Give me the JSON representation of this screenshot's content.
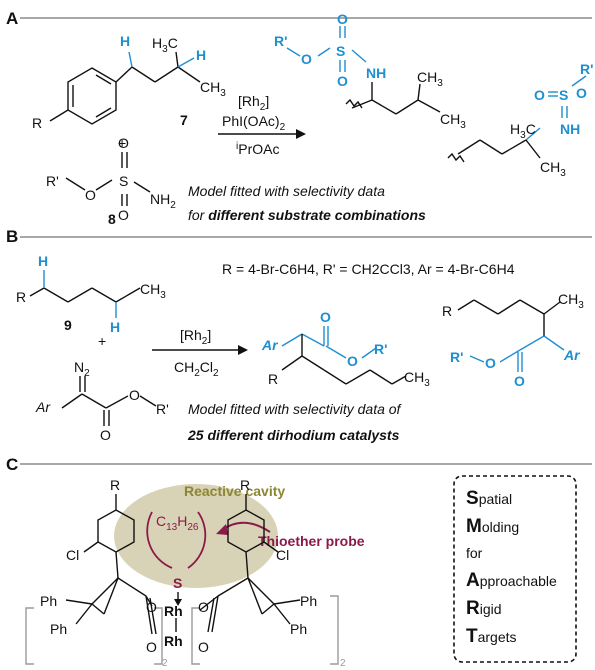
{
  "panelA": {
    "label": "A",
    "compound7": "7",
    "compound8": "8",
    "plus": "+",
    "R": "R",
    "H": "H",
    "CH3": "CH",
    "H3C": "H",
    "sub3": "3",
    "Rprime": "R'",
    "O": "O",
    "S": "S",
    "NH": "NH",
    "NH2": "NH",
    "sub2": "2",
    "reagent1": "[Rh",
    "reagent1_sub": "2",
    "reagent1_end": "]",
    "reagent2": "PhI(OAc)",
    "reagent2_sub": "2",
    "reagent3_sup": "i",
    "reagent3": "PrOAc",
    "caption1": "Model fitted with selectivity data",
    "caption2_pre": "for ",
    "caption2_bold": "different substrate combinations"
  },
  "panelB": {
    "label": "B",
    "conditions": "R = 4-Br-C6H4, R' = CH2CCl3, Ar = 4-Br-C6H4",
    "compound9": "9",
    "plus": "+",
    "R": "R",
    "H": "H",
    "Ar": "Ar",
    "N2": "N",
    "sub2": "2",
    "O": "O",
    "Rprime": "R'",
    "CH3": "CH",
    "sub3": "3",
    "reagent1": "[Rh",
    "reagent1_sub": "2",
    "reagent1_end": "]",
    "reagent2": "CH",
    "reagent2_sub1": "2",
    "reagent2_mid": "Cl",
    "reagent2_sub2": "2",
    "caption1": "Model fitted with selectivity data of",
    "caption2": "25 different dirhodium catalysts"
  },
  "panelC": {
    "label": "C",
    "cavity": "Reactive cavity",
    "probe": "Thioether probe",
    "probe_formula": "C",
    "probe_sub1": "13",
    "probe_mid": "H",
    "probe_sub2": "26",
    "S": "S",
    "Rh": "Rh",
    "R": "R",
    "Cl": "Cl",
    "Ph": "Ph",
    "O": "O",
    "sub2": "2",
    "acronym": [
      {
        "letter": "S",
        "rest": "patial"
      },
      {
        "letter": "M",
        "rest": "olding"
      },
      {
        "letter": "",
        "rest": "for"
      },
      {
        "letter": "A",
        "rest": "pproachable"
      },
      {
        "letter": "R",
        "rest": "igid"
      },
      {
        "letter": "T",
        "rest": "argets"
      }
    ]
  },
  "colors": {
    "blue": "#1e8fcf",
    "probe": "#8b1a4a",
    "cavity": "#d8d3b6",
    "cavity_text": "#8d8533"
  }
}
